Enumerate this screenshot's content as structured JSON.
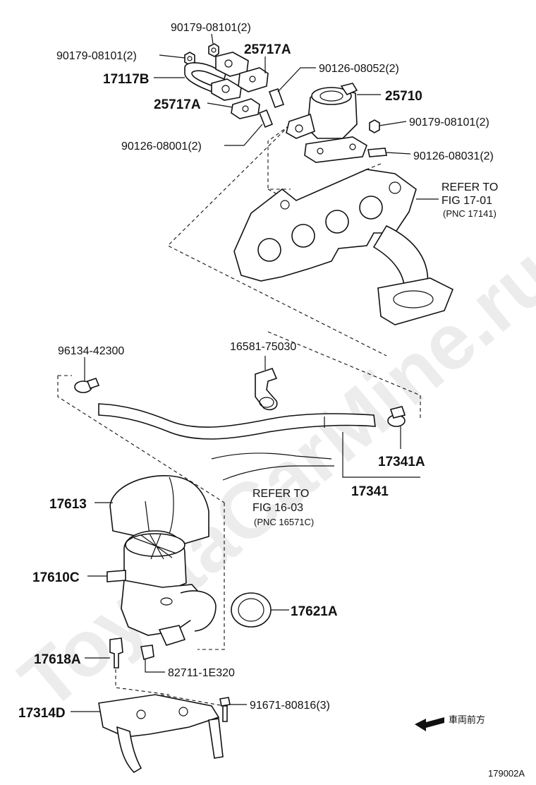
{
  "watermark": "ToyotaCarMine.ru",
  "labels": {
    "p90179_top": "90179-08101(2)",
    "p90179_left": "90179-08101(2)",
    "p25717A_top": "25717A",
    "p17117B": "17117B",
    "p90126_08052": "90126-08052(2)",
    "p25710": "25710",
    "p25717A_mid": "25717A",
    "p90179_right": "90179-08101(2)",
    "p90126_08001": "90126-08001(2)",
    "p90126_08031": "90126-08031(2)",
    "refer_17_a": "REFER TO",
    "refer_17_b": "FIG 17-01",
    "refer_17_c": "(PNC 17141)",
    "p96134": "96134-42300",
    "p16581": "16581-75030",
    "p17341A": "17341A",
    "p17341": "17341",
    "refer_16_a": "REFER TO",
    "refer_16_b": "FIG 16-03",
    "refer_16_c": "(PNC 16571C)",
    "p17613": "17613",
    "p17610C": "17610C",
    "p17621A": "17621A",
    "p17618A": "17618A",
    "p82711": "82711-1E320",
    "p17314D": "17314D",
    "p91671": "91671-80816(3)",
    "front_label": "車両前方",
    "figure_id": "179002A"
  }
}
